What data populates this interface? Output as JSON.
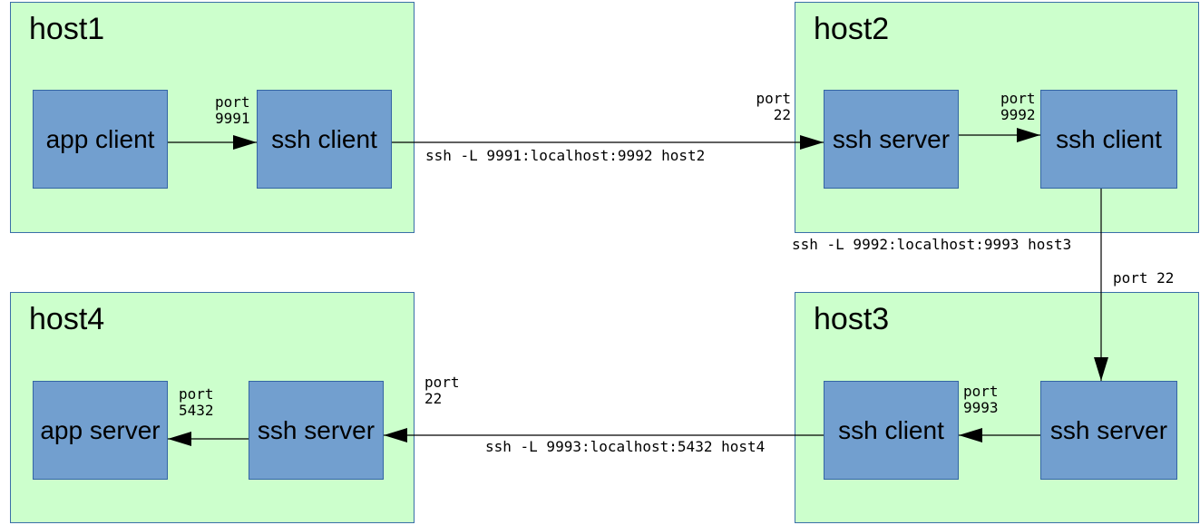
{
  "hosts": {
    "host1": {
      "title": "host1",
      "app": "app client",
      "ssh": "ssh client",
      "port": "port\n9991"
    },
    "host2": {
      "title": "host2",
      "ssh_server": "ssh server",
      "ssh_client": "ssh client",
      "port_in": "port\n22",
      "port_fwd": "port\n9992"
    },
    "host3": {
      "title": "host3",
      "ssh_client": "ssh client",
      "ssh_server": "ssh server",
      "port_fwd": "port\n9993"
    },
    "host4": {
      "title": "host4",
      "app": "app server",
      "ssh": "ssh server",
      "port_app": "port\n5432"
    }
  },
  "commands": {
    "cmd1": "ssh -L 9991:localhost:9992 host2",
    "cmd2": "ssh -L 9992:localhost:9993 host3",
    "cmd3": "ssh -L 9993:localhost:5432 host4"
  },
  "ports": {
    "host3_in": "port 22",
    "host4_in": "port\n22"
  },
  "colors": {
    "host_fill": "#ccffcc",
    "box_fill": "#729fcf",
    "border": "#3465a4"
  }
}
